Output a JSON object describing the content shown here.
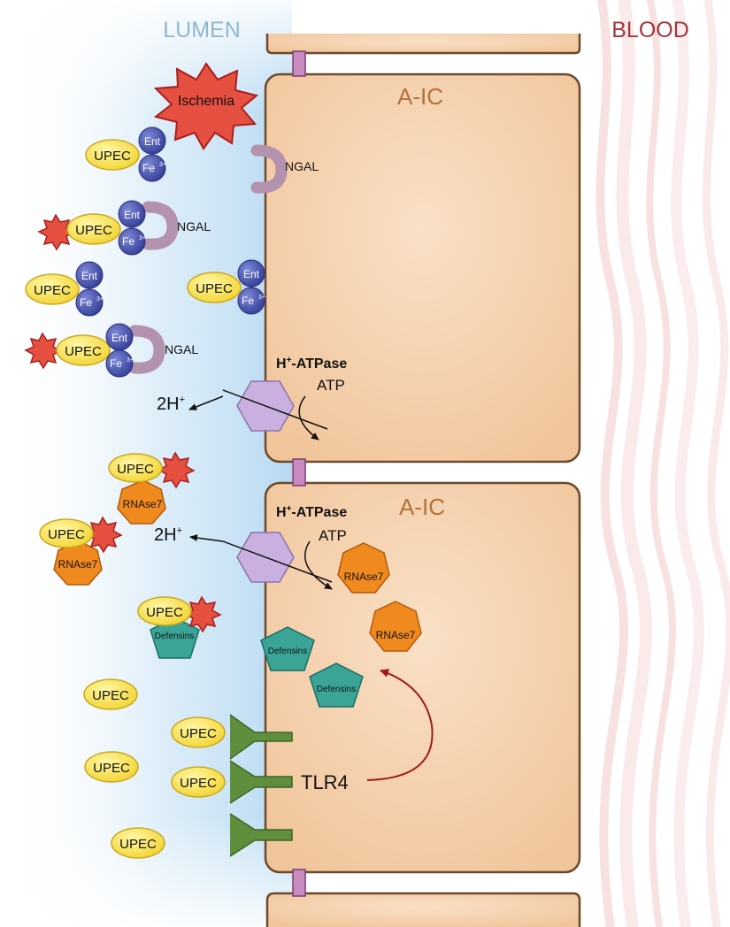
{
  "regions": {
    "lumen": "LUMEN",
    "blood": "BLOOD"
  },
  "cells": {
    "top_label": "A-IC",
    "bottom_label": "A-IC"
  },
  "ischemia": "Ischemia",
  "molecules": {
    "upec": "UPEC",
    "ent": "Ent",
    "fe": "Fe",
    "fe_charge": "3+",
    "ngal": "NGAL",
    "rnase7": "RNAse7",
    "defensins": "Defensins",
    "tlr4": "TLR4"
  },
  "pump": {
    "h": "H",
    "h_charge": "+",
    "atpase": "-ATPase",
    "atp": "ATP",
    "proton_out": "2H",
    "proton_charge": "+"
  },
  "colors": {
    "lumen_text": "#8fb8cc",
    "blood_text": "#a5353a",
    "cell_fill": "#f5d3b0",
    "cell_border": "#6b4a2b",
    "cell_label": "#b3723a",
    "upec_fill": "#f7e04a",
    "ent_fe_fill": "#4b56b0",
    "ngal_fill": "#b392ad",
    "pump_fill": "#c9b0e0",
    "rnase_fill": "#f08a1e",
    "defensin_fill": "#3aa597",
    "tlr4_fill": "#5f8f3c",
    "star_fill": "#e55040",
    "junction_fill": "#c98ac0",
    "induction_arrow": "#9b1b1b"
  }
}
